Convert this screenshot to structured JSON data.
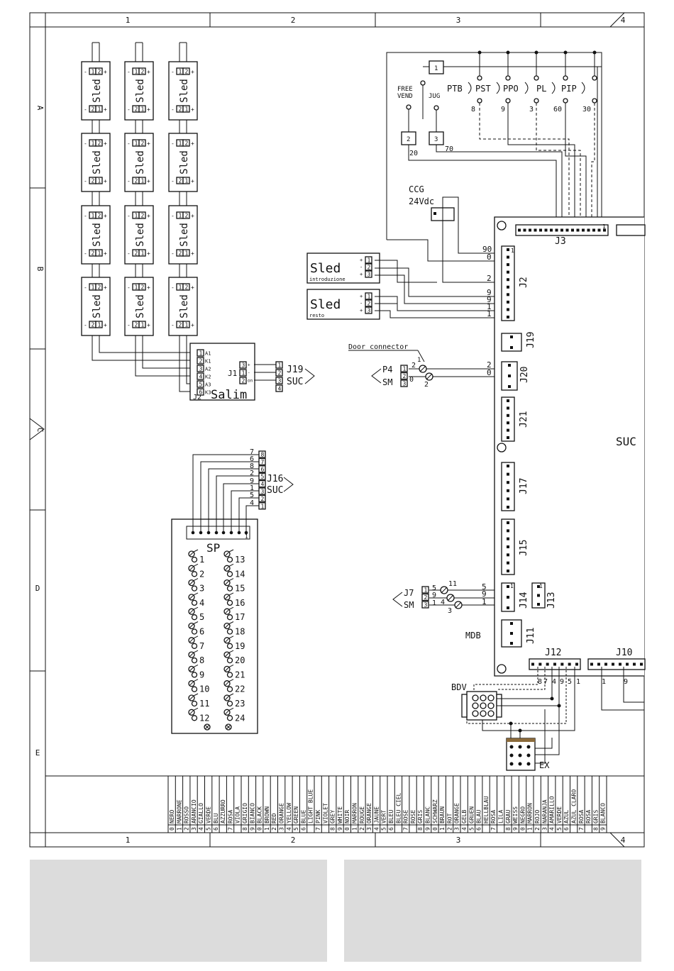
{
  "frame": {
    "columns": [
      "1",
      "2",
      "3",
      "4"
    ],
    "rows": [
      "A",
      "B",
      "C",
      "D",
      "E"
    ]
  },
  "sled_grid": {
    "label": "Sled",
    "pins_top": [
      "1",
      "2"
    ],
    "pins_bottom": [
      "2",
      "1"
    ],
    "minus": "-",
    "plus": "+"
  },
  "salim": {
    "label": "Salim",
    "j2": "J2",
    "j1": "J1",
    "left_pins": [
      {
        "n": "1",
        "s": "A1"
      },
      {
        "n": "2",
        "s": "K1"
      },
      {
        "n": "3",
        "s": "A2"
      },
      {
        "n": "4",
        "s": "K2"
      },
      {
        "n": "5",
        "s": "A3"
      },
      {
        "n": "6",
        "s": "K3"
      }
    ],
    "right_pins": [
      {
        "n": "3",
        "s": "+"
      },
      {
        "n": "1",
        "s": "-"
      },
      {
        "n": "2",
        "s": "on"
      }
    ],
    "j19_pins": [
      "1",
      "2",
      "3",
      "4"
    ],
    "j19": "J19",
    "j19_suc": "SUC"
  },
  "sp": {
    "label": "SP",
    "left": [
      "1",
      "2",
      "3",
      "4",
      "5",
      "6",
      "7",
      "8",
      "9",
      "10",
      "11",
      "12"
    ],
    "right": [
      "13",
      "14",
      "15",
      "16",
      "17",
      "18",
      "19",
      "20",
      "21",
      "22",
      "23",
      "24"
    ],
    "wires": [
      "7",
      "6",
      "8",
      "2",
      "9",
      "1",
      "5",
      "4"
    ],
    "j16_pins": [
      "8",
      "7",
      "6",
      "5",
      "4",
      "3",
      "2",
      "1"
    ],
    "j16": "J16",
    "j16_suc": "SUC",
    "conn_one": "1"
  },
  "top_switches": {
    "free_vend": [
      "FREE",
      "VEND"
    ],
    "jug": "JUG",
    "ptb": "PTB",
    "pst": "PST",
    "ppo": "PPO",
    "pl": "PL",
    "pip": "PIP",
    "box1": "1",
    "box2": "2",
    "box3": "3",
    "nums": [
      "8",
      "9",
      "3",
      "60",
      "30"
    ],
    "n20": "20",
    "n70": "70"
  },
  "ccg": {
    "label": "CCG",
    "voltage": "24Vdc"
  },
  "sled_intro": {
    "label": "Sled",
    "sub": "introduzione",
    "signs": [
      "+",
      "-",
      "+"
    ],
    "pins": [
      "1",
      "2",
      "3"
    ]
  },
  "sled_resto": {
    "label": "Sled",
    "sub": "resto",
    "signs": [
      "+",
      "-",
      "+"
    ],
    "pins": [
      "1",
      "2",
      "3"
    ]
  },
  "j2_wires": [
    "90",
    "0",
    "2",
    "9",
    "9",
    "1",
    "1"
  ],
  "door": {
    "label": "Door connector",
    "p4": "P4",
    "sm": "SM",
    "pins": [
      "1",
      "2",
      "3"
    ],
    "n2a": "2",
    "n1": "1",
    "n0": "0",
    "n2b": "2",
    "w2": "2",
    "w0": "0"
  },
  "j7": {
    "label": "J7",
    "sm": "SM",
    "pins": [
      "1",
      "2",
      "3"
    ],
    "left_nums": [
      "5",
      "9",
      "1"
    ],
    "mid": [
      "11",
      "4",
      "3"
    ],
    "right_nums": [
      "5",
      "9",
      "1"
    ]
  },
  "board": {
    "suc": "SUC",
    "connectors": [
      "J3",
      "J2",
      "J19",
      "J20",
      "J21",
      "J17",
      "J15",
      "J14",
      "J13",
      "J11",
      "J12",
      "J10"
    ],
    "one": "1",
    "mdb": "MDB",
    "j12_nums": [
      "8",
      "7",
      "4",
      "9",
      "5",
      "1"
    ],
    "j10_nums": [
      "1",
      "9"
    ]
  },
  "bdv": "BDV",
  "ex": "EX",
  "color_legend": [
    {
      "n": "0",
      "t": "NERO"
    },
    {
      "n": "1",
      "t": "MARRONE"
    },
    {
      "n": "2",
      "t": "ROSSO"
    },
    {
      "n": "3",
      "t": "ARANCIO"
    },
    {
      "n": "4",
      "t": "GIALLO"
    },
    {
      "n": "5",
      "t": "VERDE"
    },
    {
      "n": "6",
      "t": "BLU"
    },
    {
      "n": "",
      "t": "AZZURRO"
    },
    {
      "n": "7",
      "t": "ROSA"
    },
    {
      "n": "",
      "t": "VIOLA"
    },
    {
      "n": "8",
      "t": "GRIGIO"
    },
    {
      "n": "9",
      "t": "BIANCO"
    },
    {
      "n": "0",
      "t": "BLACK"
    },
    {
      "n": "1",
      "t": "BROWN"
    },
    {
      "n": "2",
      "t": "RED"
    },
    {
      "n": "3",
      "t": "ORANGE"
    },
    {
      "n": "4",
      "t": "YELLOW"
    },
    {
      "n": "5",
      "t": "GREEN"
    },
    {
      "n": "6",
      "t": "BLUE"
    },
    {
      "n": "",
      "t": "LIGHT BLUE"
    },
    {
      "n": "7",
      "t": "PINK"
    },
    {
      "n": "",
      "t": "VIOLET"
    },
    {
      "n": "8",
      "t": "GREY"
    },
    {
      "n": "9",
      "t": "WHITE"
    },
    {
      "n": "0",
      "t": "NOIR"
    },
    {
      "n": "1",
      "t": "MARRON"
    },
    {
      "n": "2",
      "t": "ROUGE"
    },
    {
      "n": "3",
      "t": "ORANGE"
    },
    {
      "n": "4",
      "t": "JAUNE"
    },
    {
      "n": "5",
      "t": "VERT"
    },
    {
      "n": "6",
      "t": "BLEU"
    },
    {
      "n": "",
      "t": "BLEU CIEL"
    },
    {
      "n": "7",
      "t": "ROSE"
    },
    {
      "n": "",
      "t": "ROSE"
    },
    {
      "n": "8",
      "t": "GRIS"
    },
    {
      "n": "9",
      "t": "BLANC"
    },
    {
      "n": "0",
      "t": "SCHWARZ"
    },
    {
      "n": "1",
      "t": "BRAUN"
    },
    {
      "n": "2",
      "t": "ROT"
    },
    {
      "n": "3",
      "t": "ORANGE"
    },
    {
      "n": "4",
      "t": "GELB"
    },
    {
      "n": "5",
      "t": "GRUEN"
    },
    {
      "n": "6",
      "t": "BLAU"
    },
    {
      "n": "",
      "t": "HELLBLAU"
    },
    {
      "n": "7",
      "t": "ROSA"
    },
    {
      "n": "",
      "t": "LILA"
    },
    {
      "n": "8",
      "t": "GRAU"
    },
    {
      "n": "9",
      "t": "WEISS"
    },
    {
      "n": "0",
      "t": "NEGRO"
    },
    {
      "n": "1",
      "t": "MARRON"
    },
    {
      "n": "2",
      "t": "ROJO"
    },
    {
      "n": "3",
      "t": "NARANJA"
    },
    {
      "n": "4",
      "t": "AMARILLO"
    },
    {
      "n": "5",
      "t": "VERDE"
    },
    {
      "n": "6",
      "t": "AZUL"
    },
    {
      "n": "",
      "t": "AZUL CLARO"
    },
    {
      "n": "7",
      "t": "ROSA"
    },
    {
      "n": "",
      "t": "ROSA"
    },
    {
      "n": "8",
      "t": "GRIS"
    },
    {
      "n": "9",
      "t": "BLANCO"
    }
  ]
}
